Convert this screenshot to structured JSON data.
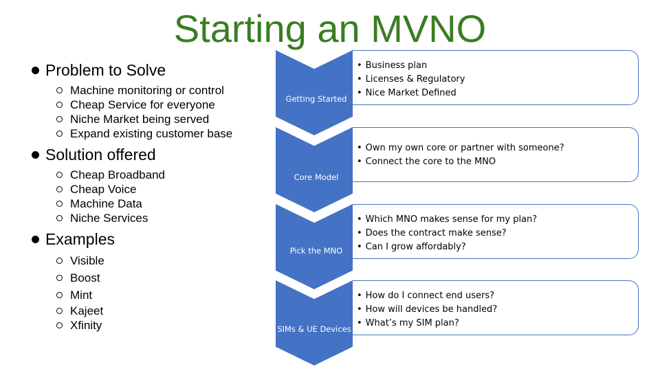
{
  "title": "Starting an MVNO",
  "sections": [
    {
      "heading": "Problem to Solve",
      "items": [
        "Machine monitoring or control",
        "Cheap Service for everyone",
        "Niche Market being served",
        "Expand existing customer base"
      ]
    },
    {
      "heading": "Solution offered",
      "items": [
        "Cheap Broadband",
        "Cheap Voice",
        "Machine Data",
        "Niche Services"
      ]
    },
    {
      "heading": "Examples",
      "items": [
        "Visible",
        "Boost",
        "Mint",
        "Kajeet",
        "Xfinity"
      ]
    }
  ],
  "steps": [
    {
      "label": "Getting Started",
      "points": [
        "Business plan",
        "Licenses & Regulatory",
        "Nice Market Defined"
      ]
    },
    {
      "label": "Core Model",
      "points": [
        "Own my own core or partner with someone?",
        "Connect the core to the MNO"
      ]
    },
    {
      "label": "Pick the MNO",
      "points": [
        "Which MNO makes sense for my plan?",
        "Does the contract make sense?",
        "Can I grow affordably?"
      ]
    },
    {
      "label": "SIMs & UE Devices",
      "points": [
        "How do I connect end users?",
        "How will devices be handled?",
        "What’s my SIM plan?"
      ]
    }
  ],
  "colors": {
    "title": "#3a7d22",
    "chevron": "#4472c4"
  }
}
